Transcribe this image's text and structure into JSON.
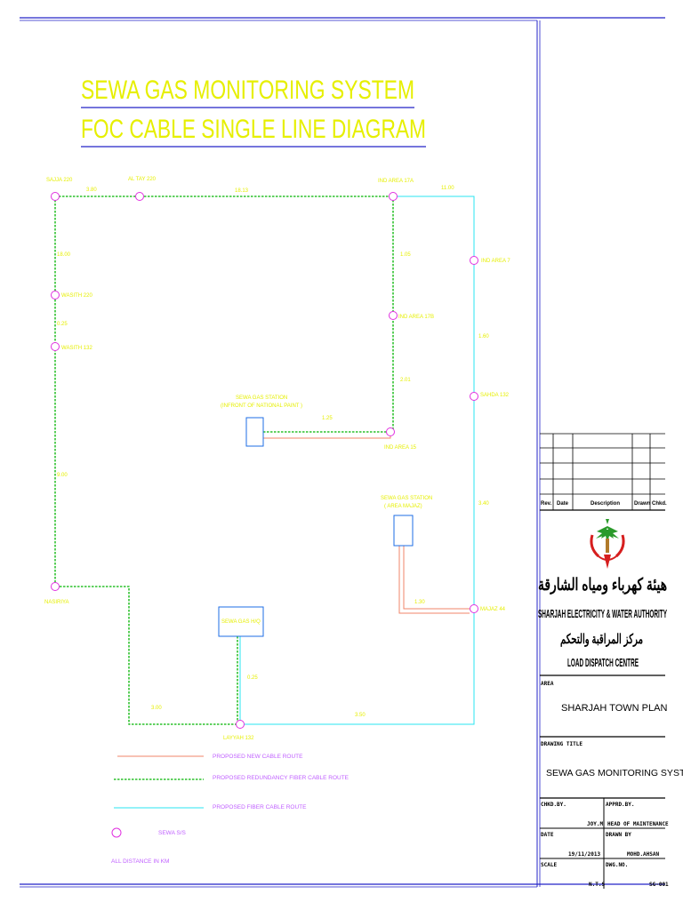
{
  "title": {
    "line1": "SEWA GAS MONITORING SYSTEM",
    "line2": "FOC CABLE SINGLE LINE DIAGRAM"
  },
  "nodes": {
    "sajja": "SAJJA 220",
    "al_tay": "AL TAY 220",
    "ind_area_17a": "IND AREA 17A",
    "ind_area_7": "IND AREA 7",
    "wasith_220": "WASITH 220",
    "wasith_132": "WASITH 132",
    "ind_area_17b": "IND AREA 17B",
    "sahda": "SAHDA 132",
    "ind_area_15": "IND AREA 15",
    "nasiriya": "NASIRIYA",
    "majaz": "MAJAZ 44",
    "layyah": "LAYYAH 132"
  },
  "stations": {
    "national_paint_line1": "SEWA GAS STATION",
    "national_paint_line2": "(INFRONT OF NATIONAL PAINT )",
    "majaz_line1": "SEWA GAS STATION",
    "majaz_line2": "( AREA MAJAZ)",
    "hq": "SEWA GAS H/Q"
  },
  "distances": {
    "sajja_altay": "3.80",
    "altay_ind17a": "18.13",
    "ind17a_right": "11.00",
    "sajja_wasith220": "18.00",
    "wasith220_wasith132": "0.25",
    "wasith132_nasiriya": "9.00",
    "ind17a_ind17b": "1.05",
    "ind17b_ind15": "2.01",
    "ind7_sahda": "1.60",
    "station1_ind15": "1.25",
    "sahda_majaz": "3.40",
    "station2_majaz": "1.30",
    "hq_layyah": "0.25",
    "nasiriya_layyah": "3.00",
    "layyah_majaz": "3.50"
  },
  "legend": {
    "new_cable": "PROPOSED NEW CABLE ROUTE",
    "redundancy": "PROPOSED REDUNDANCY FIBER CABLE ROUTE",
    "fiber": "PROPOSED FIBER CABLE ROUTE",
    "sewa_ss": "SEWA S/S",
    "note": "ALL DISTANCE IN KM"
  },
  "title_block": {
    "rev": "Rev.",
    "date": "Date",
    "description": "Description",
    "drawn": "Drawn",
    "chkd": "Chkd.",
    "org_arabic": "هيئة كهرباء ومياه الشارقة",
    "org_english": "SHARJAH ELECTRICITY & WATER AUTHORITY",
    "centre_arabic": "مركز المراقبة والتحكم",
    "centre_english": "LOAD DISPATCH CENTRE",
    "area_label": "AREA",
    "area_value": "SHARJAH TOWN PLAN",
    "drawing_title_label": "DRAWING TITLE",
    "drawing_title_value": "SEWA GAS MONITORING SYSTEM",
    "chkd_by_label": "CHKD.BY.",
    "chkd_by_value": "JOY.M",
    "apprd_by_label": "APPRD.BY.",
    "apprd_by_value": "HEAD OF MAINTENANCE",
    "date_label": "DATE",
    "date_value": "19/11/2013",
    "drawn_by_label": "DRAWN BY",
    "drawn_by_value": "MOHD.AHSAN",
    "scale_label": "SCALE",
    "scale_value": "N.T.S",
    "dwg_no_label": "DWG.NO.",
    "dwg_no_value": "SG-001"
  },
  "colors": {
    "frame": "#2323c8",
    "title": "#e6ef00",
    "label": "#e6ef00",
    "new_cable": "#f0856a",
    "redundancy": "#00b400",
    "fiber": "#28e6f0",
    "substation": "#e030e0",
    "station_box": "#1e6ee6",
    "legend_text": "#c060ff"
  }
}
